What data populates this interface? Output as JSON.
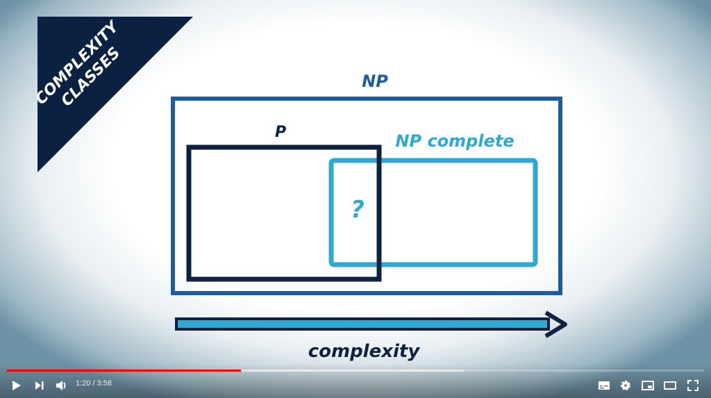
{
  "video": {
    "banner": "COMPLEXITY CLASSES",
    "banner_lines": [
      "COMPLEXITY",
      "CLASSES"
    ],
    "labels": {
      "np": "NP",
      "p": "P",
      "np_complete": "NP complete",
      "question": "?",
      "axis": "complexity"
    },
    "colors": {
      "np": "#1d5c9e",
      "p": "#0c2240",
      "np_complete": "#2fa9d2",
      "banner": "#0b2142"
    }
  },
  "player": {
    "current_time": "1:20",
    "duration": "3:58",
    "time_display": "1:20 / 3:58",
    "played_fraction": 0.336,
    "buffered_fraction": 0.655,
    "progress_color": "#ff0000"
  }
}
